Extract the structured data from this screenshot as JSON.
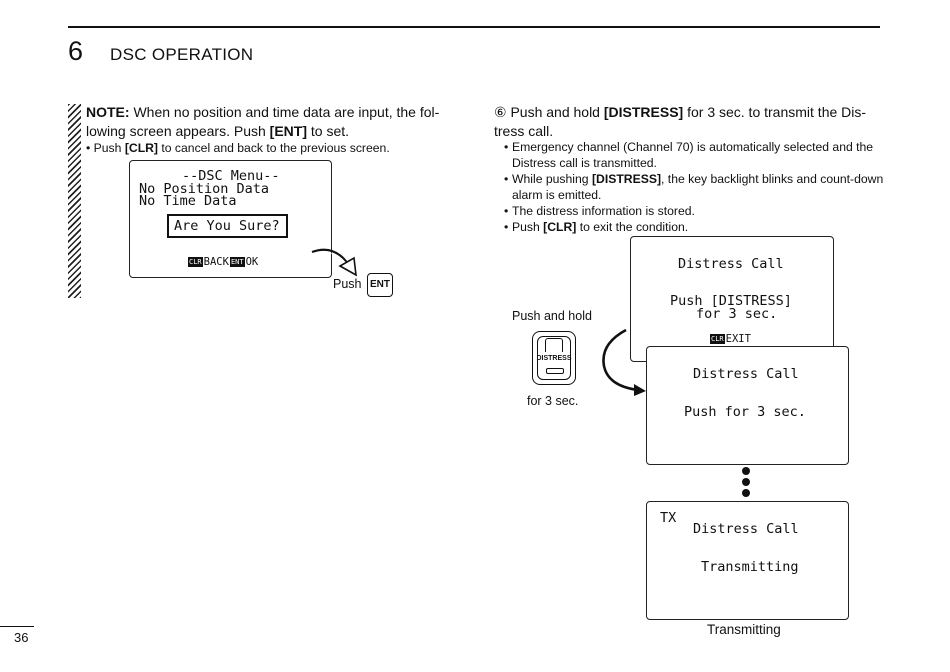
{
  "header": {
    "chapter_number": "6",
    "chapter_title": "DSC OPERATION"
  },
  "note": {
    "label": "NOTE:",
    "text_1": " When no position and time data are input, the fol-lowing screen appears. Push ",
    "ent": "[ENT]",
    "text_2": " to set.",
    "bullet_1": "• Push ",
    "clr": "[CLR]",
    "bullet_2": " to cancel and back to the previous screen."
  },
  "lcd_menu": {
    "line1": "--DSC Menu--",
    "line2": "No Position Data",
    "line3": "No Time Data",
    "boxed": "Are You Sure?",
    "key1": "CLR",
    "key1_text": "BACK",
    "key2": "ENT",
    "key2_text": "OK"
  },
  "push_ent": {
    "label": "Push",
    "key": "ENT"
  },
  "step": {
    "marker": "⑥",
    "text_1": " Push and hold ",
    "distress": "[DISTRESS]",
    "text_2": " for 3 sec. to transmit the Dis-tress call.",
    "bullets": [
      {
        "pre": "Emergency channel (Channel 70) is automatically selected and the Distress call is transmitted.",
        "bold": "",
        "post": ""
      },
      {
        "pre": "While pushing ",
        "bold": "[DISTRESS]",
        "post": ", the key backlight blinks and count-down alarm is emitted."
      },
      {
        "pre": "The distress information is stored.",
        "bold": "",
        "post": ""
      },
      {
        "pre": "Push ",
        "bold": "[CLR]",
        "post": " to exit the condition."
      }
    ]
  },
  "push_hold": {
    "label": "Push and hold",
    "button_text": "DISTRESS",
    "duration": "for 3 sec."
  },
  "lcd_distress_1": {
    "title": "Distress Call",
    "line1": "Push [DISTRESS]",
    "line2": "for 3 sec.",
    "key": "CLR",
    "key_text": "EXIT"
  },
  "lcd_distress_2": {
    "title": "Distress Call",
    "line1": "Push for 3 sec."
  },
  "lcd_tx": {
    "tx": "TX",
    "title": "Distress Call",
    "line1": "Transmitting"
  },
  "tx_caption": "Transmitting",
  "page_number": "36"
}
